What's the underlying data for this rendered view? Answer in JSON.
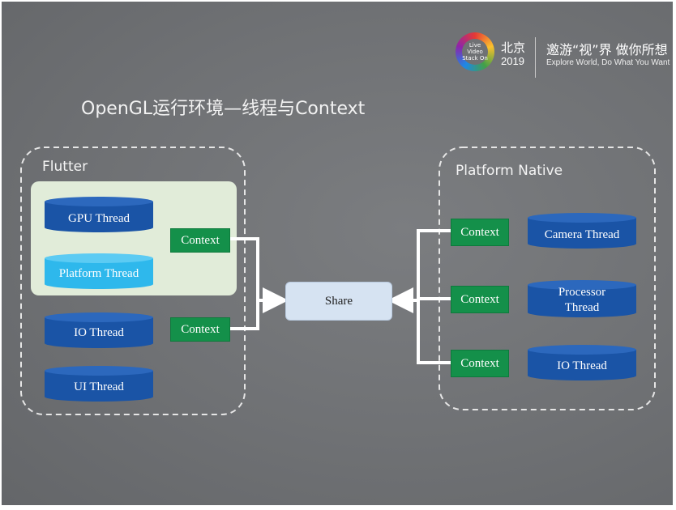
{
  "header": {
    "logo_text": "Live Video Stack On",
    "city": "北京",
    "year": "2019",
    "slogan": "邀游“视”界 做你所想",
    "slogan_en": "Explore World, Do What You Want"
  },
  "title": "OpenGL运行环境—线程与Context",
  "flutter": {
    "label": "Flutter",
    "gpu_thread": "GPU Thread",
    "platform_thread": "Platform Thread",
    "io_thread": "IO Thread",
    "ui_thread": "UI Thread",
    "context_top": "Context",
    "context_bottom": "Context"
  },
  "share": {
    "label": "Share"
  },
  "native": {
    "label": "Platform Native",
    "context_1": "Context",
    "context_2": "Context",
    "context_3": "Context",
    "camera_thread": "Camera Thread",
    "processor_thread_line1": "Processor",
    "processor_thread_line2": "Thread",
    "io_thread": "IO Thread"
  },
  "colors": {
    "thread_blue": "#1a54a6",
    "platform_thread_cyan": "#2eb8ec",
    "context_green": "#14904a",
    "share_box": "#d6e3f2",
    "flutter_highlight": "#e1ecd9"
  }
}
